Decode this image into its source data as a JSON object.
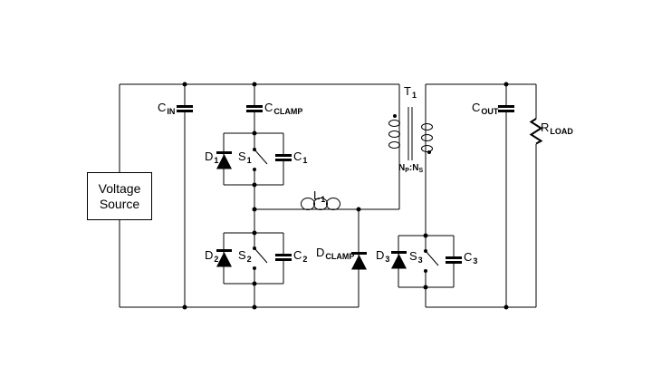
{
  "diagram_type": "circuit-schematic",
  "background_color": "#ffffff",
  "line_color": "#000000",
  "voltage_source": {
    "line1": "Voltage",
    "line2": "Source"
  },
  "labels": {
    "c_in": {
      "main": "C",
      "sub": "IN"
    },
    "c_clamp": {
      "main": "C",
      "sub": "CLAMP"
    },
    "d1": {
      "main": "D",
      "sub": "1"
    },
    "s1": {
      "main": "S",
      "sub": "1"
    },
    "c1": {
      "main": "C",
      "sub": "1"
    },
    "l1": {
      "main": "L",
      "sub": "1"
    },
    "d2": {
      "main": "D",
      "sub": "2"
    },
    "s2": {
      "main": "S",
      "sub": "2"
    },
    "c2": {
      "main": "C",
      "sub": "2"
    },
    "d_clamp": {
      "main": "D",
      "sub": "CLAMP"
    },
    "d3": {
      "main": "D",
      "sub": "3"
    },
    "s3": {
      "main": "S",
      "sub": "3"
    },
    "c3": {
      "main": "C",
      "sub": "3"
    },
    "t1": {
      "main": "T",
      "sub": "1"
    },
    "turns_ratio": {
      "n_left": "N",
      "n_left_sub": "P",
      "colon": ":",
      "n_right": "N",
      "n_right_sub": "S"
    },
    "c_out": {
      "main": "C",
      "sub": "OUT"
    },
    "r_load": {
      "main": "R",
      "sub": "LOAD"
    }
  }
}
